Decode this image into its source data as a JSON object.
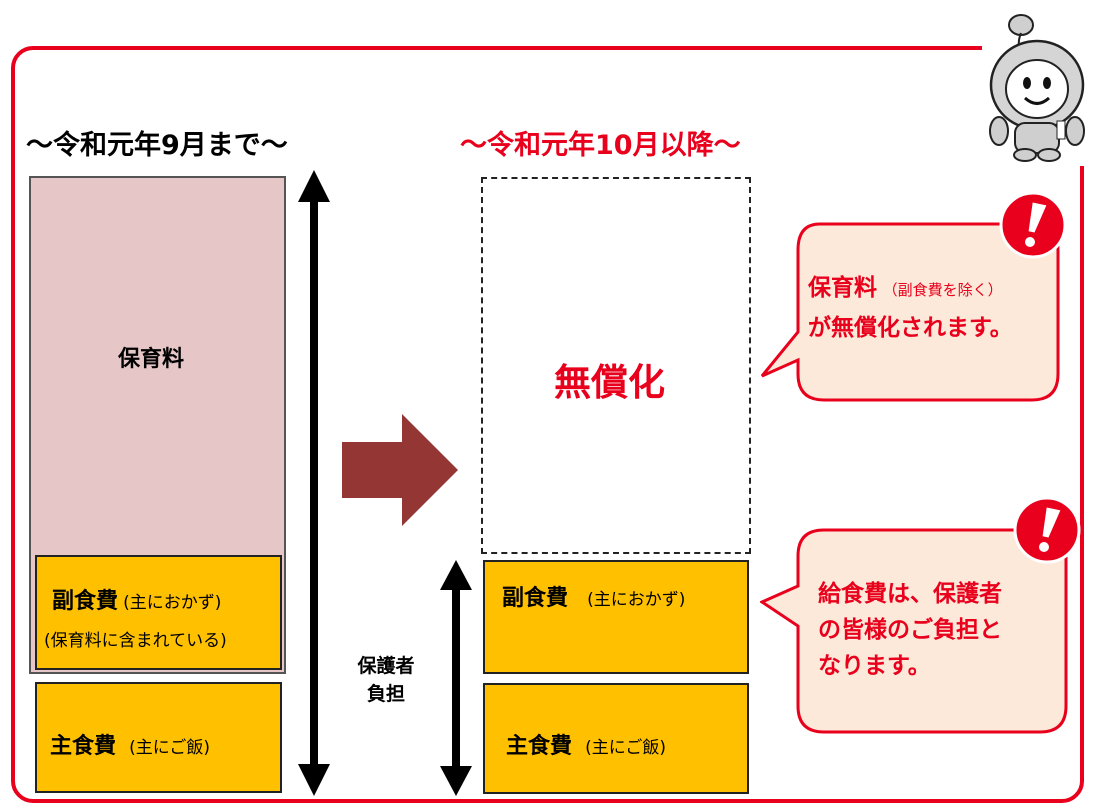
{
  "left": {
    "heading": "～令和元年9月まで～",
    "fee_label": "保育料",
    "side_dish_label": "副食費",
    "side_dish_note": "(主におかず)",
    "side_dish_included": "(保育料に含まれている)",
    "staple_label": "主食費",
    "staple_note": "(主にご飯)"
  },
  "right": {
    "heading": "～令和元年10月以降～",
    "free_label": "無償化",
    "side_dish_label": "副食費",
    "side_dish_note": "(主におかず)",
    "staple_label": "主食費",
    "staple_note": "(主にご飯)",
    "guardian_line1": "保護者",
    "guardian_line2": "負担"
  },
  "bubble_top": {
    "line1_strong": "保育料",
    "line1_small": "（副食費を除く）",
    "line2": "が無償化されます。"
  },
  "bubble_bottom": {
    "line1": "給食費は、保護者",
    "line2": "の皆様のご負担と",
    "line3": "なります。"
  },
  "icons": {
    "alert": "exclamation-icon",
    "arrow": "right-arrow-icon",
    "mascot": "mascot-character-icon"
  },
  "colors": {
    "accent_red": "#e8001c",
    "fee_pink": "#e6c6c6",
    "food_yellow": "#ffc000",
    "arrow_brown": "#943634",
    "bubble_fill": "#fde9d9"
  }
}
